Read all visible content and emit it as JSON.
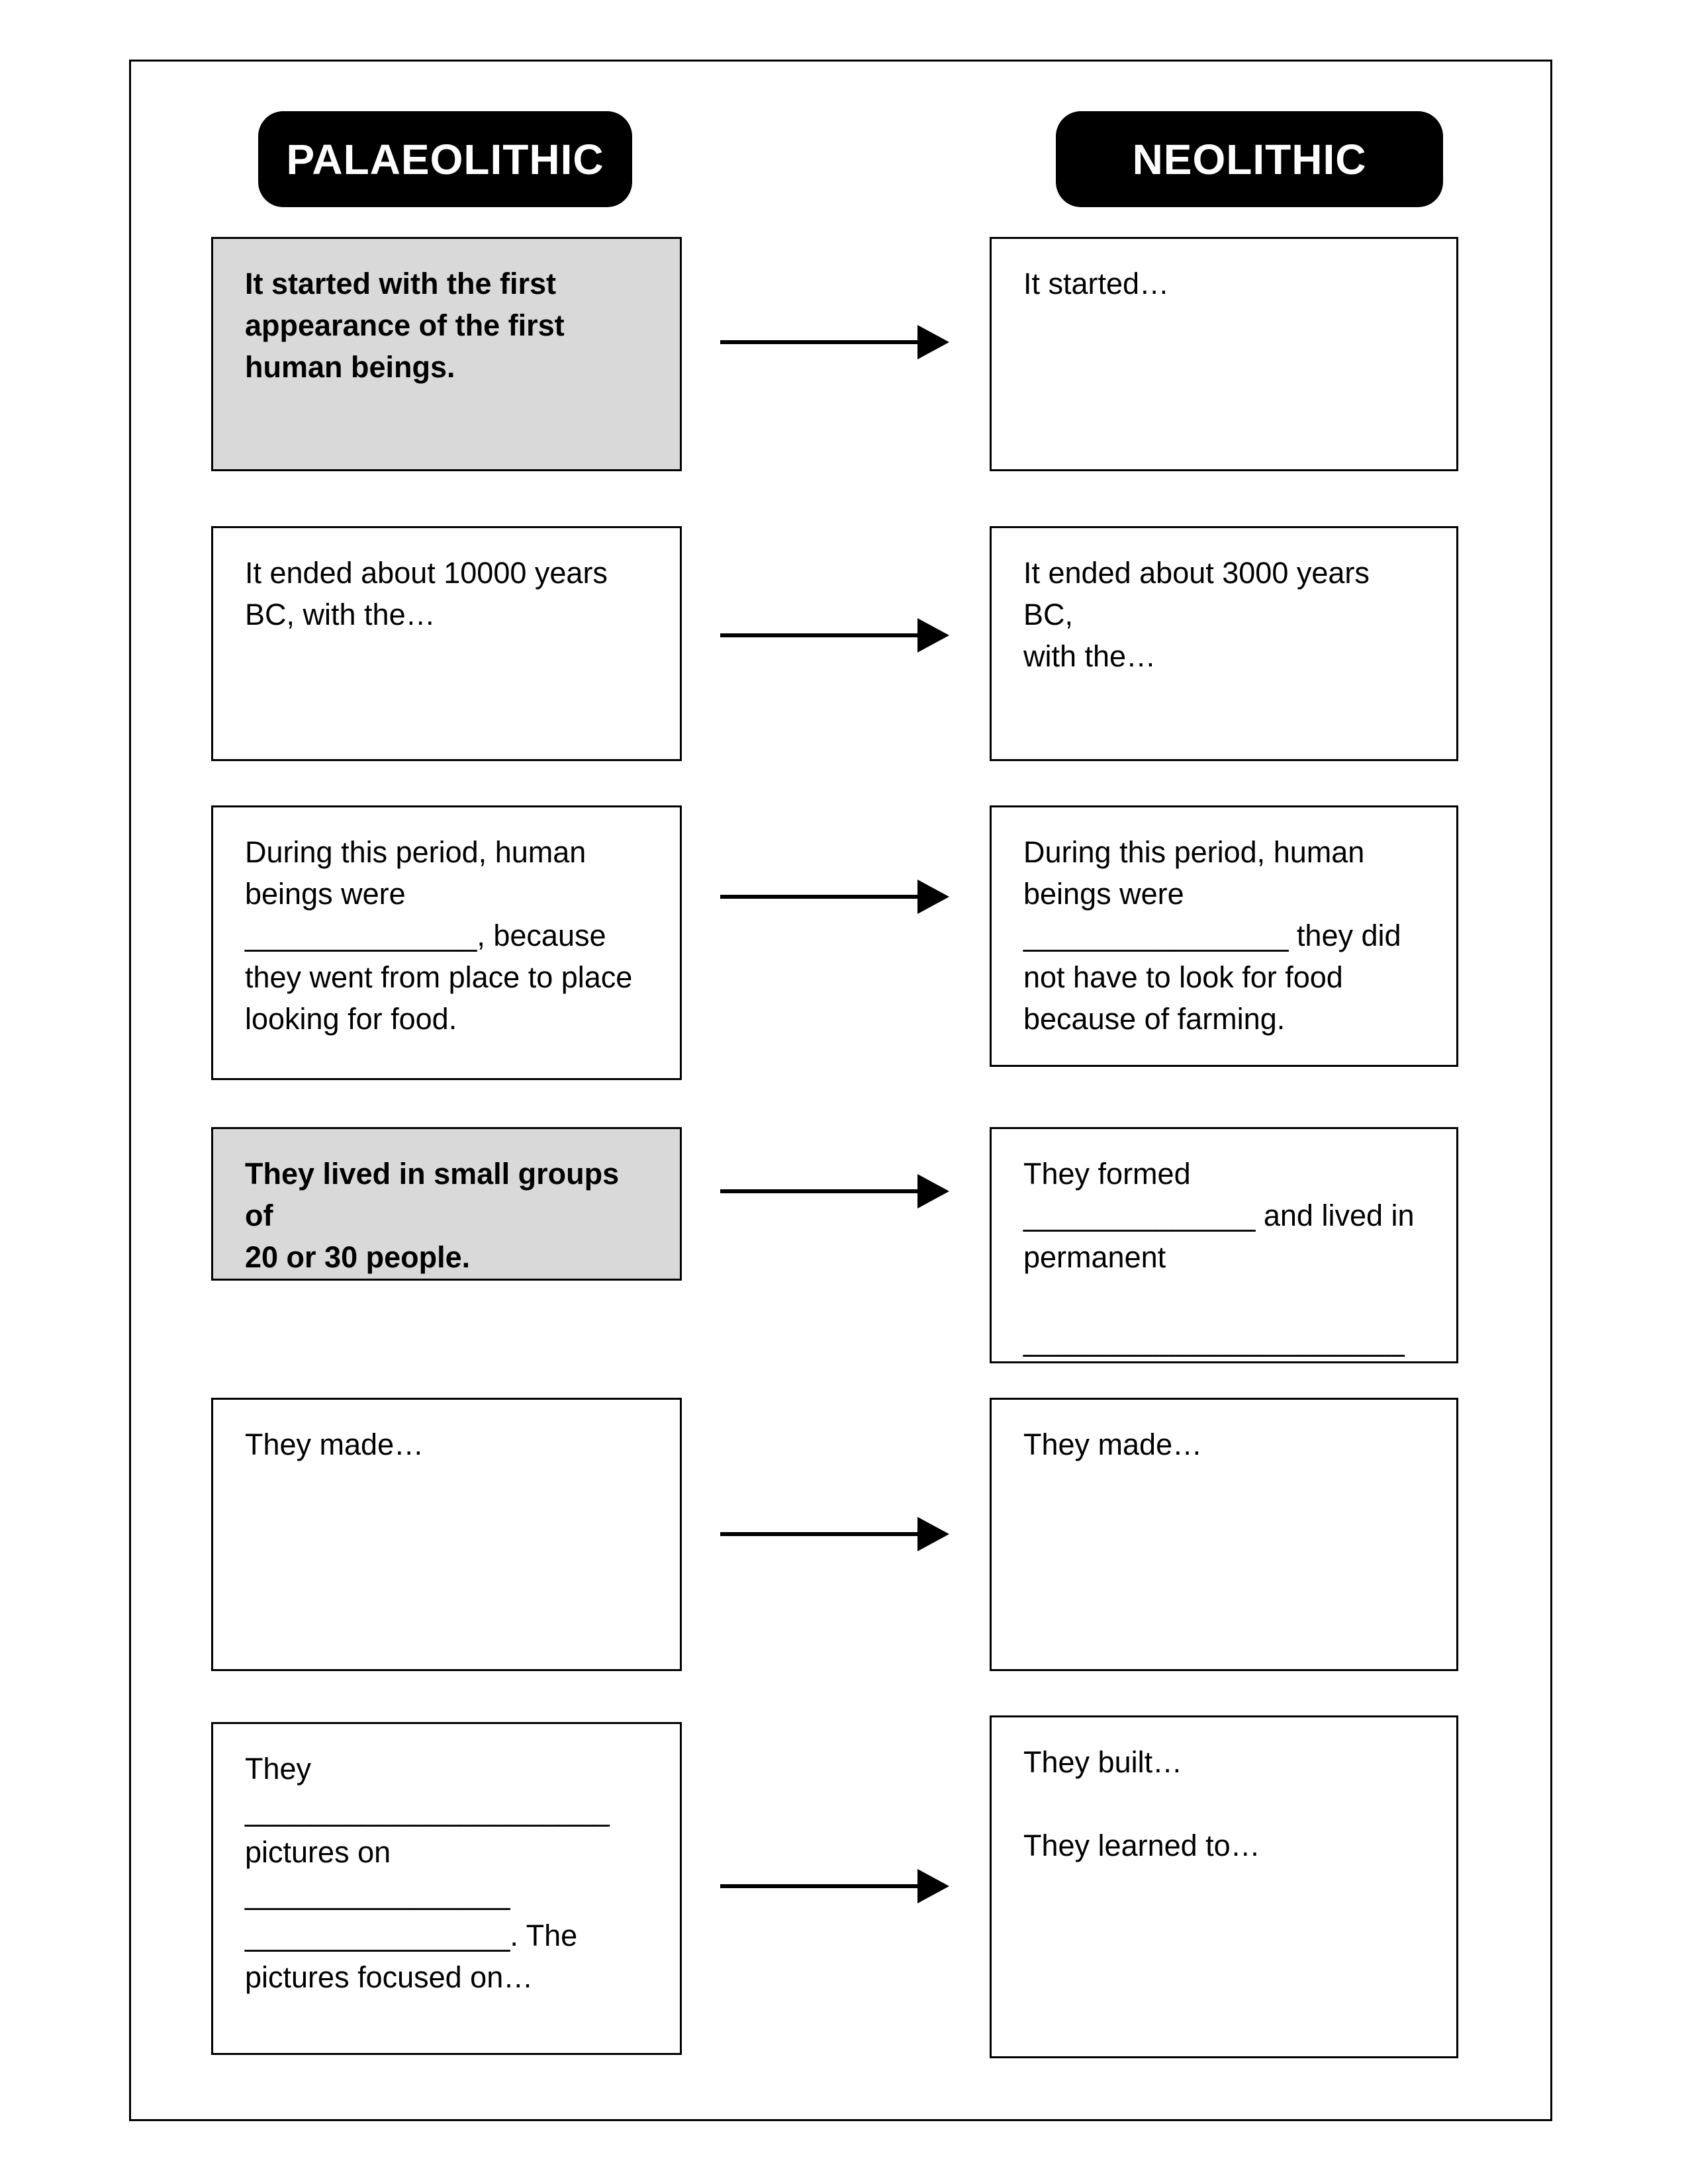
{
  "headers": {
    "left": "PALAEOLITHIC",
    "right": "NEOLITHIC"
  },
  "rows": [
    {
      "left": {
        "text": "It started with the first\nappearance of the first\nhuman beings.",
        "highlighted": true
      },
      "right": {
        "text": "It started…",
        "highlighted": false
      }
    },
    {
      "left": {
        "text": "It ended about 10000 years\nBC, with the…",
        "highlighted": false
      },
      "right": {
        "text": "It ended about 3000 years BC,\nwith the…",
        "highlighted": false
      }
    },
    {
      "left": {
        "text": "During this period, human\nbeings were\n______________, because\nthey went from place to place\nlooking for food.",
        "highlighted": false
      },
      "right": {
        "text": "During this period, human\nbeings were\n________________ they did\nnot have to look for food\nbecause of farming.",
        "highlighted": false
      }
    },
    {
      "left": {
        "text": "They lived in small groups of\n20 or 30 people.",
        "highlighted": true
      },
      "right": {
        "text": "They formed\n______________ and lived in\npermanent\n\n_______________________",
        "highlighted": false
      }
    },
    {
      "left": {
        "text": "They made…",
        "highlighted": false
      },
      "right": {
        "text": "They made…",
        "highlighted": false
      }
    },
    {
      "left": {
        "text": "They\n______________________\npictures on\n________________\n________________. The\npictures focused on…",
        "highlighted": false
      },
      "right": {
        "text": "They built…\n\nThey learned to…",
        "highlighted": false
      }
    }
  ],
  "colors": {
    "highlight_bg": "#d9d9d9",
    "box_bg": "#ffffff",
    "badge_bg": "#000000",
    "badge_text": "#ffffff",
    "border": "#000000"
  }
}
